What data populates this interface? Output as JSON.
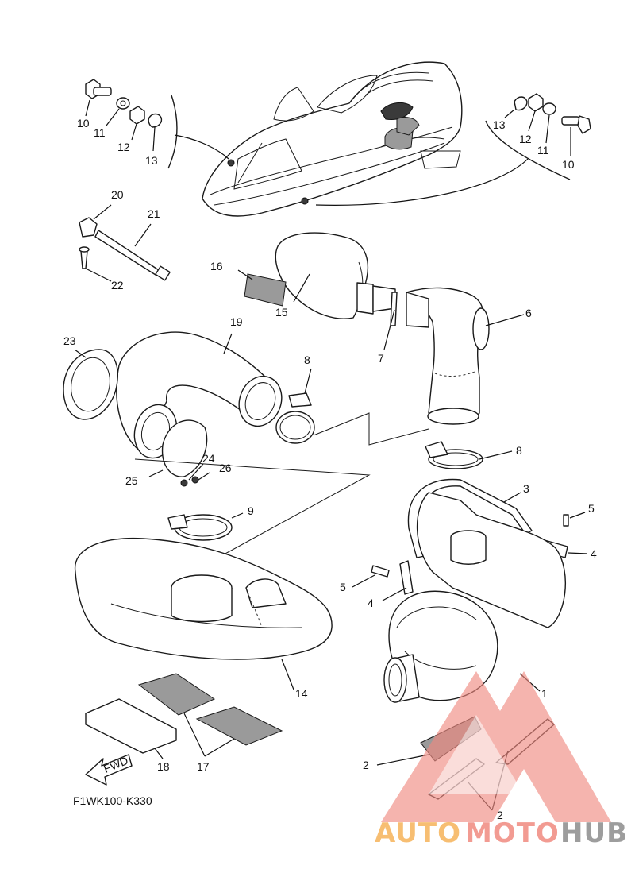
{
  "diagram": {
    "code": "F1WK100-K330",
    "fwd_label": "FWD",
    "callouts": [
      {
        "id": "c10a",
        "text": "10"
      },
      {
        "id": "c11a",
        "text": "11"
      },
      {
        "id": "c12a",
        "text": "12"
      },
      {
        "id": "c13a",
        "text": "13"
      },
      {
        "id": "c13b",
        "text": "13"
      },
      {
        "id": "c12b",
        "text": "12"
      },
      {
        "id": "c11b",
        "text": "11"
      },
      {
        "id": "c10b",
        "text": "10"
      },
      {
        "id": "c20",
        "text": "20"
      },
      {
        "id": "c21",
        "text": "21"
      },
      {
        "id": "c22",
        "text": "22"
      },
      {
        "id": "c16",
        "text": "16"
      },
      {
        "id": "c15",
        "text": "15"
      },
      {
        "id": "c7",
        "text": "7"
      },
      {
        "id": "c6",
        "text": "6"
      },
      {
        "id": "c19",
        "text": "19"
      },
      {
        "id": "c23",
        "text": "23"
      },
      {
        "id": "c8a",
        "text": "8"
      },
      {
        "id": "c24",
        "text": "24"
      },
      {
        "id": "c26",
        "text": "26"
      },
      {
        "id": "c25",
        "text": "25"
      },
      {
        "id": "c8b",
        "text": "8"
      },
      {
        "id": "c3",
        "text": "3"
      },
      {
        "id": "c5a",
        "text": "5"
      },
      {
        "id": "c4a",
        "text": "4"
      },
      {
        "id": "c9",
        "text": "9"
      },
      {
        "id": "c5b",
        "text": "5"
      },
      {
        "id": "c4b",
        "text": "4"
      },
      {
        "id": "c14",
        "text": "14"
      },
      {
        "id": "c1",
        "text": "1"
      },
      {
        "id": "c2a",
        "text": "2"
      },
      {
        "id": "c2b",
        "text": "2"
      },
      {
        "id": "c17",
        "text": "17"
      },
      {
        "id": "c18",
        "text": "18"
      }
    ]
  },
  "watermark": {
    "part1": "AUTO",
    "part2": "MOTO",
    "part3": "HUB",
    "colors": {
      "red": "#f08a80",
      "orange": "#f6b35a",
      "gray": "#8c8c8c"
    }
  }
}
